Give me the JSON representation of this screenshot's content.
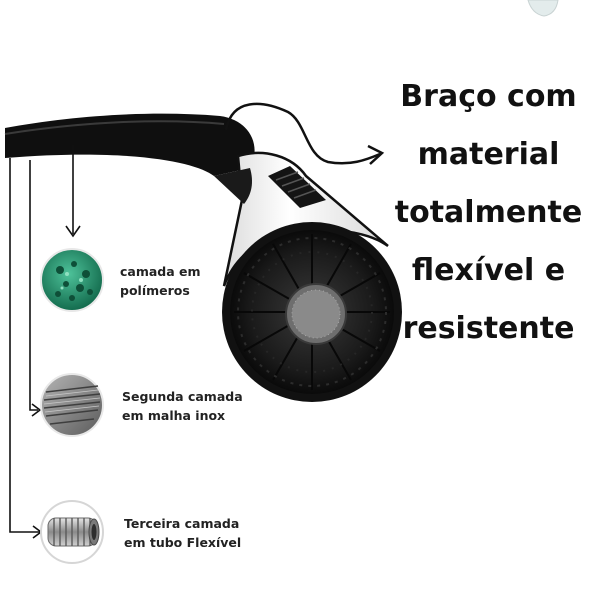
{
  "headline": {
    "lines": [
      "Braço com",
      "material",
      "totalmente",
      "flexível e",
      "resistente"
    ]
  },
  "layers": [
    {
      "lines": [
        "camada em",
        "polímeros"
      ],
      "icon": "polymer-granules-icon",
      "color": "#1f8a68"
    },
    {
      "lines": [
        "Segunda camada",
        "em malha inox"
      ],
      "icon": "steel-mesh-icon",
      "color": "#7d7d7d"
    },
    {
      "lines": [
        "Terceira camada",
        "em tubo Flexível"
      ],
      "icon": "flexible-tube-icon",
      "color": "#9a9a9a"
    }
  ],
  "colors": {
    "hose": "#0f0f0f",
    "spray_head": "#f4f4f4",
    "outline": "#111111",
    "text": "#111111"
  }
}
